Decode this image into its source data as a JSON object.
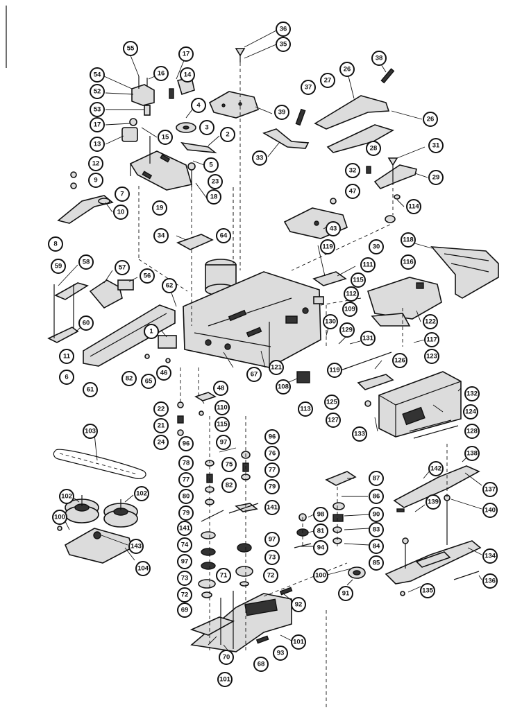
{
  "callouts": [
    {
      "label": "36"
    },
    {
      "label": "35"
    },
    {
      "label": "55"
    },
    {
      "label": "17"
    },
    {
      "label": "14"
    },
    {
      "label": "16"
    },
    {
      "label": "54"
    },
    {
      "label": "52"
    },
    {
      "label": "53"
    },
    {
      "label": "17"
    },
    {
      "label": "13"
    },
    {
      "label": "15"
    },
    {
      "label": "4"
    },
    {
      "label": "3"
    },
    {
      "label": "2"
    },
    {
      "label": "5"
    },
    {
      "label": "23"
    },
    {
      "label": "18"
    },
    {
      "label": "12"
    },
    {
      "label": "9"
    },
    {
      "label": "7"
    },
    {
      "label": "10"
    },
    {
      "label": "19"
    },
    {
      "label": "8"
    },
    {
      "label": "39"
    },
    {
      "label": "38"
    },
    {
      "label": "37"
    },
    {
      "label": "27"
    },
    {
      "label": "26"
    },
    {
      "label": "26"
    },
    {
      "label": "28"
    },
    {
      "label": "33"
    },
    {
      "label": "31"
    },
    {
      "label": "29"
    },
    {
      "label": "32"
    },
    {
      "label": "47"
    },
    {
      "label": "114"
    },
    {
      "label": "43"
    },
    {
      "label": "30"
    },
    {
      "label": "34"
    },
    {
      "label": "64"
    },
    {
      "label": "59"
    },
    {
      "label": "58"
    },
    {
      "label": "57"
    },
    {
      "label": "56"
    },
    {
      "label": "62"
    },
    {
      "label": "60"
    },
    {
      "label": "11"
    },
    {
      "label": "6"
    },
    {
      "label": "1"
    },
    {
      "label": "61"
    },
    {
      "label": "82"
    },
    {
      "label": "65"
    },
    {
      "label": "46"
    },
    {
      "label": "48"
    },
    {
      "label": "67"
    },
    {
      "label": "121"
    },
    {
      "label": "119"
    },
    {
      "label": "111"
    },
    {
      "label": "115"
    },
    {
      "label": "112"
    },
    {
      "label": "109"
    },
    {
      "label": "118"
    },
    {
      "label": "116"
    },
    {
      "label": "122"
    },
    {
      "label": "117"
    },
    {
      "label": "123"
    },
    {
      "label": "130"
    },
    {
      "label": "129"
    },
    {
      "label": "131"
    },
    {
      "label": "108"
    },
    {
      "label": "113"
    },
    {
      "label": "119"
    },
    {
      "label": "126"
    },
    {
      "label": "125"
    },
    {
      "label": "127"
    },
    {
      "label": "132"
    },
    {
      "label": "124"
    },
    {
      "label": "133"
    },
    {
      "label": "128"
    },
    {
      "label": "22"
    },
    {
      "label": "21"
    },
    {
      "label": "24"
    },
    {
      "label": "110"
    },
    {
      "label": "115"
    },
    {
      "label": "103"
    },
    {
      "label": "102"
    },
    {
      "label": "102"
    },
    {
      "label": "100"
    },
    {
      "label": "143"
    },
    {
      "label": "104"
    },
    {
      "label": "96"
    },
    {
      "label": "97"
    },
    {
      "label": "96"
    },
    {
      "label": "76"
    },
    {
      "label": "78"
    },
    {
      "label": "75"
    },
    {
      "label": "77"
    },
    {
      "label": "77"
    },
    {
      "label": "82"
    },
    {
      "label": "80"
    },
    {
      "label": "79"
    },
    {
      "label": "79"
    },
    {
      "label": "141"
    },
    {
      "label": "141"
    },
    {
      "label": "74"
    },
    {
      "label": "97"
    },
    {
      "label": "97"
    },
    {
      "label": "73"
    },
    {
      "label": "73"
    },
    {
      "label": "71"
    },
    {
      "label": "72"
    },
    {
      "label": "72"
    },
    {
      "label": "69"
    },
    {
      "label": "70"
    },
    {
      "label": "101"
    },
    {
      "label": "68"
    },
    {
      "label": "93"
    },
    {
      "label": "101"
    },
    {
      "label": "92"
    },
    {
      "label": "91"
    },
    {
      "label": "100"
    },
    {
      "label": "87"
    },
    {
      "label": "86"
    },
    {
      "label": "90"
    },
    {
      "label": "83"
    },
    {
      "label": "84"
    },
    {
      "label": "85"
    },
    {
      "label": "98"
    },
    {
      "label": "81"
    },
    {
      "label": "94"
    },
    {
      "label": "138"
    },
    {
      "label": "142"
    },
    {
      "label": "137"
    },
    {
      "label": "139"
    },
    {
      "label": "140"
    },
    {
      "label": "134"
    },
    {
      "label": "136"
    },
    {
      "label": "135"
    }
  ]
}
